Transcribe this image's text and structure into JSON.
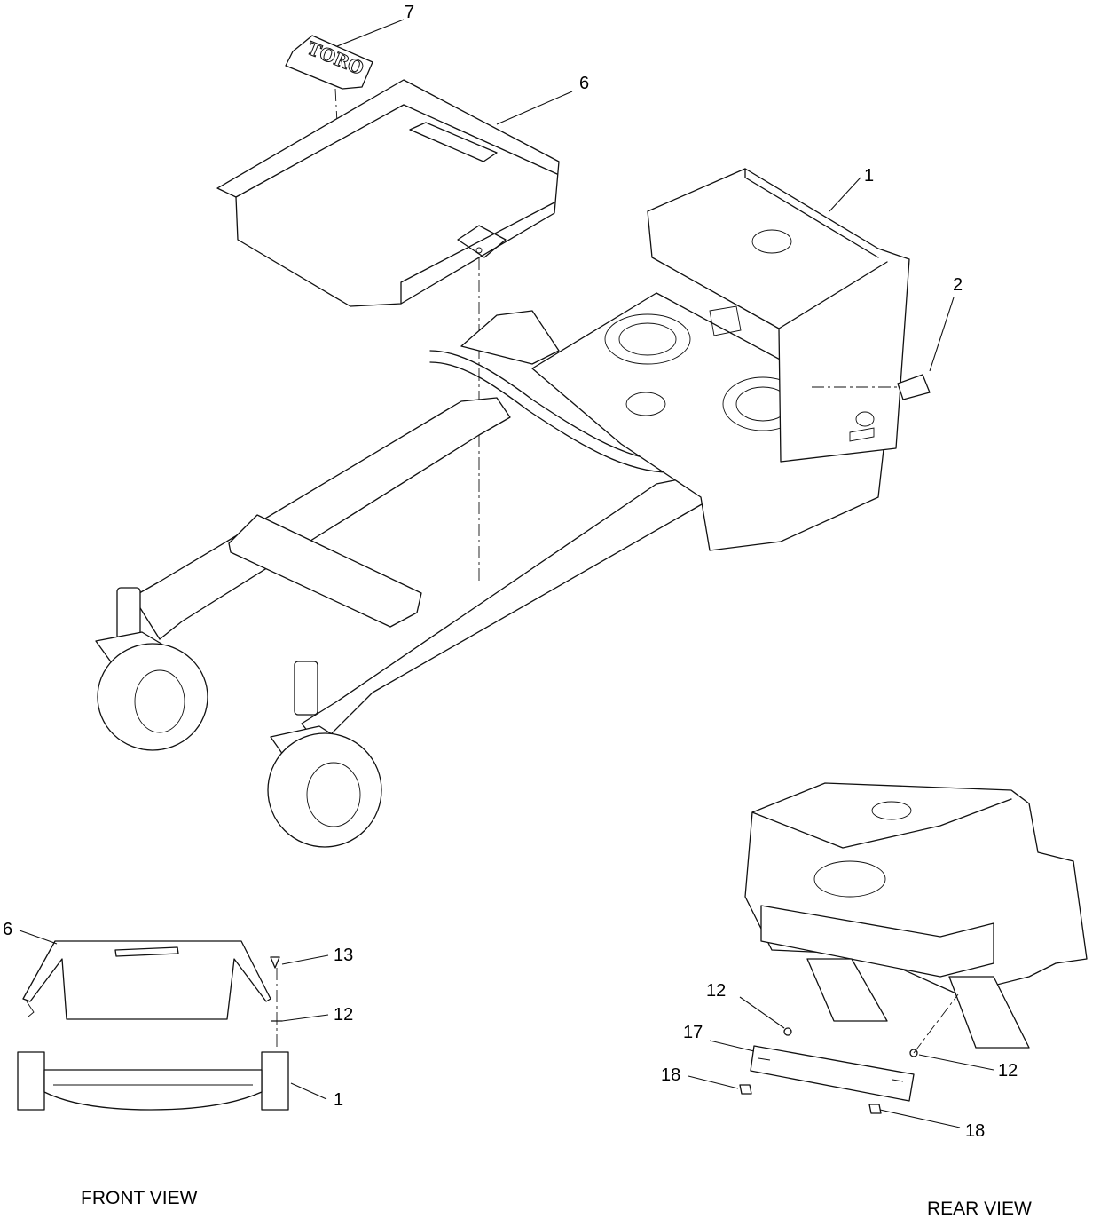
{
  "callouts": {
    "c7": "7",
    "c6_top": "6",
    "c1_top": "1",
    "c2": "2",
    "c6_front": "6",
    "c13": "13",
    "c12_front": "12",
    "c1_front": "1",
    "c12_rear_a": "12",
    "c17": "17",
    "c18_a": "18",
    "c12_rear_b": "12",
    "c18_b": "18"
  },
  "decal_text": "TORO",
  "views": {
    "front": "FRONT VIEW",
    "rear": "REAR VIEW"
  }
}
